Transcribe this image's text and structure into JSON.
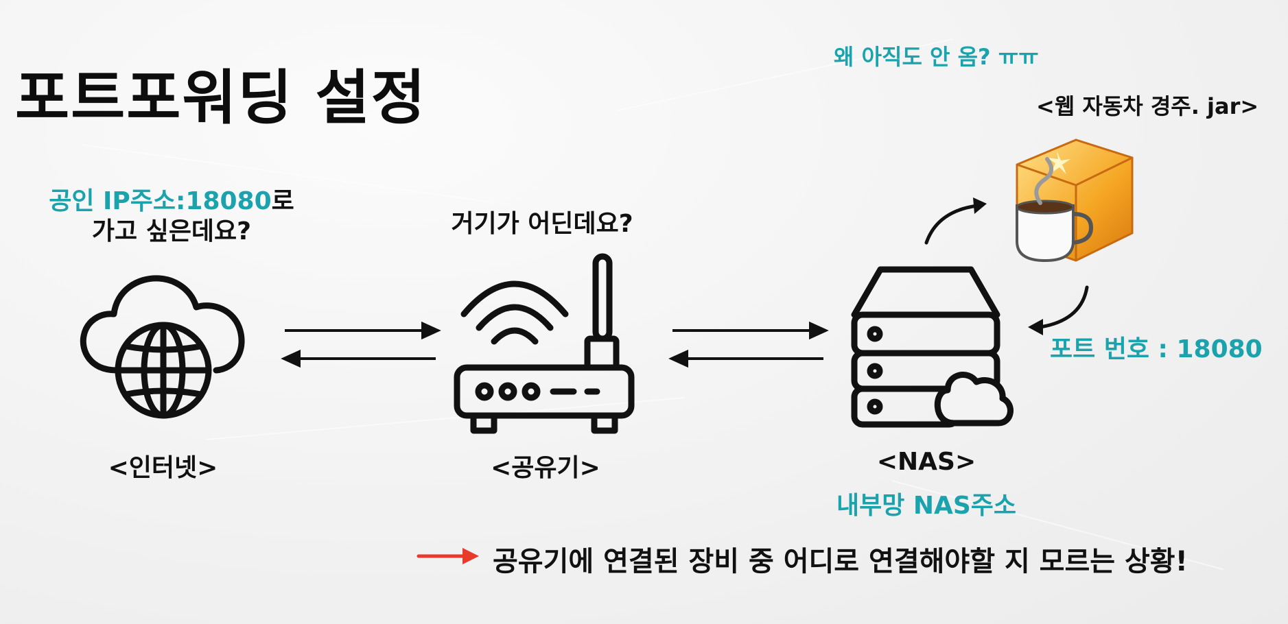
{
  "title": "포트포워딩 설정",
  "internet": {
    "request_prefix": "공인 IP주소:18080",
    "request_suffix": "로",
    "request_line2": "가고 싶은데요?",
    "label": "<인터넷>"
  },
  "router": {
    "question": "거기가 어딘데요?",
    "label": "<공유기>"
  },
  "nas": {
    "label": "<NAS>",
    "sublabel": "내부망 NAS주소"
  },
  "app": {
    "complaint": "왜 아직도 안 옴? ㅠㅠ",
    "name": "<웹 자동차 경주. jar>",
    "port": "포트 번호 : 18080"
  },
  "conclusion": "공유기에 연결된 장비 중 어디로 연결해야할 지 모르는 상황!",
  "colors": {
    "accent_teal": "#1ba3ad",
    "arrow_red": "#e8392b",
    "ink": "#111111"
  },
  "icons": [
    "cloud-globe-icon",
    "wifi-router-icon",
    "nas-server-icon",
    "java-jar-icon"
  ]
}
